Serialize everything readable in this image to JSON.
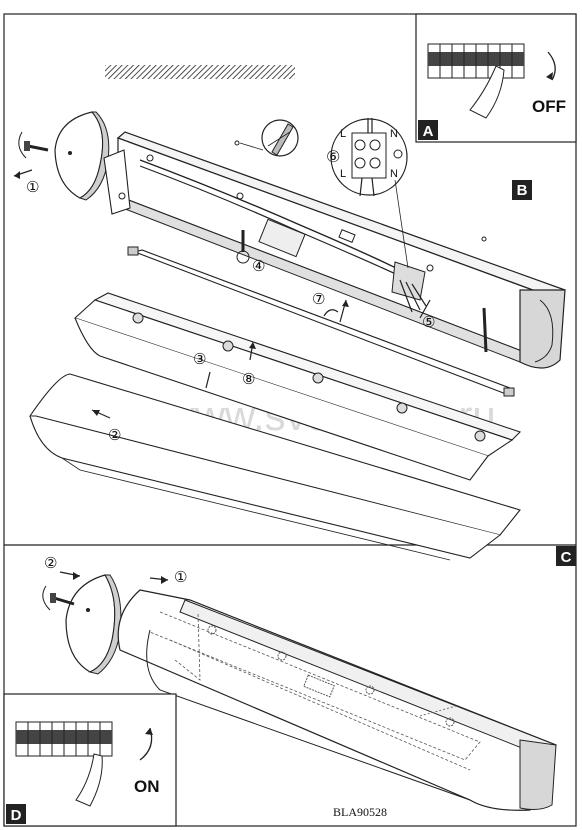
{
  "panels": {
    "a": {
      "code": "A",
      "state": "OFF"
    },
    "b": {
      "code": "B"
    },
    "c": {
      "code": "C"
    },
    "d": {
      "code": "D",
      "state": "ON"
    }
  },
  "terminal": {
    "top_left": "L",
    "top_right": "N",
    "bottom_left": "L",
    "bottom_right": "N",
    "callout": "⑥"
  },
  "steps": {
    "s1": "①",
    "s2": "②",
    "s3": "③",
    "s4": "④",
    "s5": "⑤",
    "s7": "⑦",
    "s8": "⑧",
    "c1": "①",
    "c2": "②"
  },
  "watermark": "www.svetodom.ru",
  "reference": "BLA90528"
}
